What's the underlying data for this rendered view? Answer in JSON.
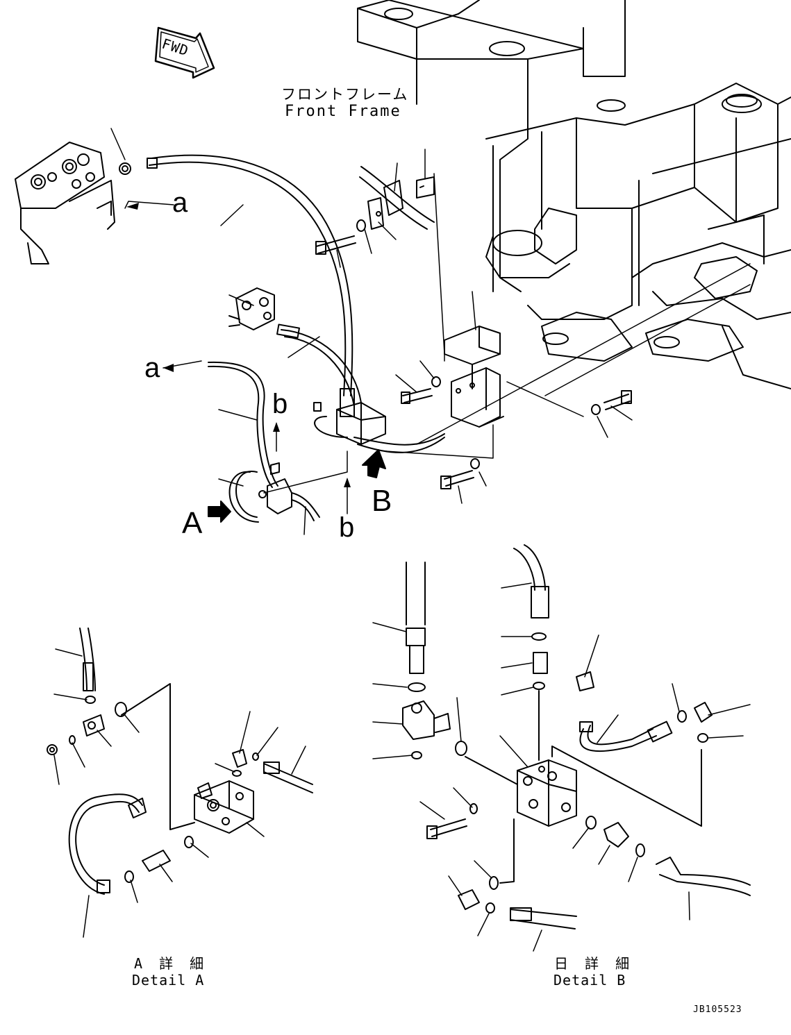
{
  "fwd_label": "FWD",
  "front_frame": {
    "jp": "フロントフレーム",
    "en": "Front Frame"
  },
  "callouts": {
    "a_top": "a",
    "a_left": "a",
    "b_upper": "b",
    "b_lower": "b",
    "A": "A",
    "B": "B"
  },
  "detail_a": {
    "jp": "A 詳 細",
    "en": "Detail A"
  },
  "detail_b": {
    "jp": "日 詳 細",
    "en": "Detail B"
  },
  "drawing_code": "JB105523"
}
